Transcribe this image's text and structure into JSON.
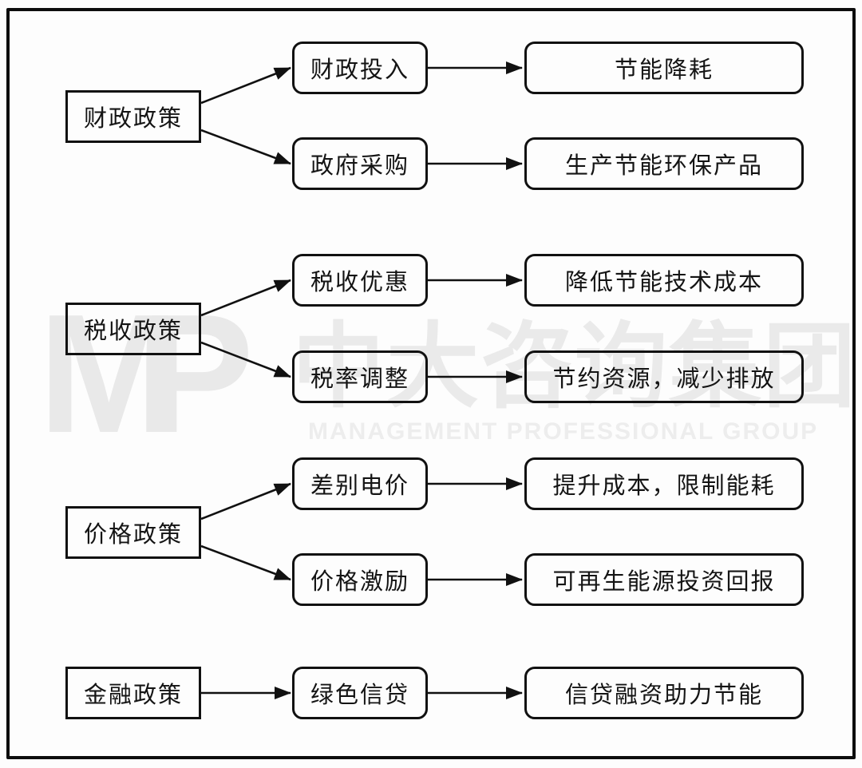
{
  "watermark": {
    "logo": "MP",
    "company_cn": "中大咨询集团",
    "company_en": "MANAGEMENT PROFESSIONAL GROUP"
  },
  "colors": {
    "line": "#111111",
    "watermark_gray": "#e9e9e9"
  },
  "diagram": {
    "groups": [
      {
        "policy": "财政政策",
        "branches": [
          {
            "tool": "财政投入",
            "outcome": "节能降耗"
          },
          {
            "tool": "政府采购",
            "outcome": "生产节能环保产品"
          }
        ]
      },
      {
        "policy": "税收政策",
        "branches": [
          {
            "tool": "税收优惠",
            "outcome": "降低节能技术成本"
          },
          {
            "tool": "税率调整",
            "outcome": "节约资源，减少排放"
          }
        ]
      },
      {
        "policy": "价格政策",
        "branches": [
          {
            "tool": "差别电价",
            "outcome": "提升成本，限制能耗"
          },
          {
            "tool": "价格激励",
            "outcome": "可再生能源投资回报"
          }
        ]
      },
      {
        "policy": "金融政策",
        "branches": [
          {
            "tool": "绿色信贷",
            "outcome": "信贷融资助力节能"
          }
        ]
      }
    ]
  }
}
